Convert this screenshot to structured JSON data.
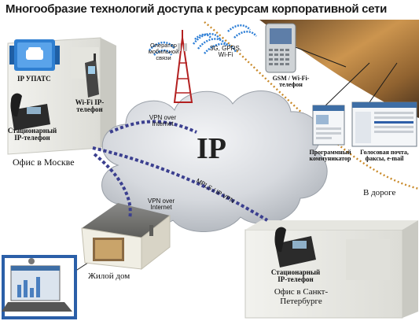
{
  "title": "Многообразие технологий доступа к ресурсам корпоративной сети",
  "cloud": {
    "label": "IP"
  },
  "links": {
    "vpn_top": "VPN over Internet",
    "vpn_bottom": "VPN over Internet",
    "mpls": "MPLS / IP VPN",
    "wireless": "3G, GPRS, Wi-Fi"
  },
  "operator": "Оператор мобильной связи",
  "moscow": {
    "caption": "Офис в Москве",
    "pbx": "IP УПАТС",
    "desk_phone": "Стационарный IP-телефон",
    "wifi_phone": "Wi-Fi IP-телефон"
  },
  "home": {
    "caption": "Жилой дом"
  },
  "spb": {
    "caption": "Офис в Санкт-Петербурге",
    "desk_phone": "Стационарный IP-телефон"
  },
  "road": {
    "caption": "В дороге",
    "gsm": "GSM / Wi-Fi-телефон",
    "soft": "Программный коммуникатор",
    "voicemail": "Голосовая почта, факсы, e-mail"
  },
  "colors": {
    "dotted_link": "#3b3f8f",
    "cloud_fill": "#d9dde1",
    "pbx_blue": "#2f7fd1",
    "road_border": "#c98a2a"
  }
}
